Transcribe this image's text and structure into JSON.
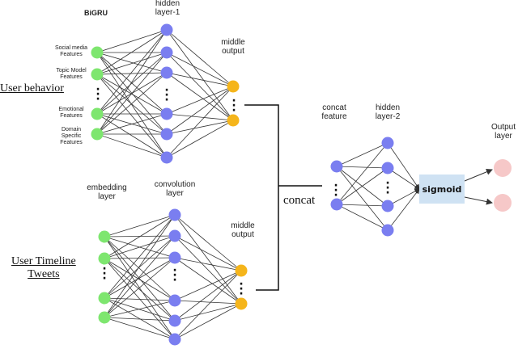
{
  "colors": {
    "input_node": "#7ee66f",
    "hidden_node": "#7a7ef0",
    "output_node": "#f5b51b",
    "final_node": "#f6c8c8",
    "sigmoid_box": "#cfe2f3",
    "edge": "#333333"
  },
  "top": {
    "bigru": "BiGRU",
    "hidden1": [
      "hidden",
      "layer-1"
    ],
    "middle": [
      "middle",
      "output"
    ],
    "section": "User behavior",
    "features": [
      [
        "Social media",
        "Features"
      ],
      [
        "Topic Model",
        "Features"
      ],
      [
        "Emotional",
        "Features"
      ],
      [
        "Domain",
        "Specific",
        "Features"
      ]
    ]
  },
  "bottom": {
    "embedding": [
      "embedding",
      "layer"
    ],
    "convolution": [
      "convolution",
      "layer"
    ],
    "middle": [
      "middle",
      "output"
    ],
    "section": [
      "User Timeline",
      "Tweets"
    ]
  },
  "right": {
    "concat_label": "concat",
    "concat_feature": [
      "concat",
      "feature"
    ],
    "hidden2": [
      "hidden",
      "layer-2"
    ],
    "sigmoid": "sigmoid",
    "output": [
      "Output",
      "layer"
    ]
  }
}
